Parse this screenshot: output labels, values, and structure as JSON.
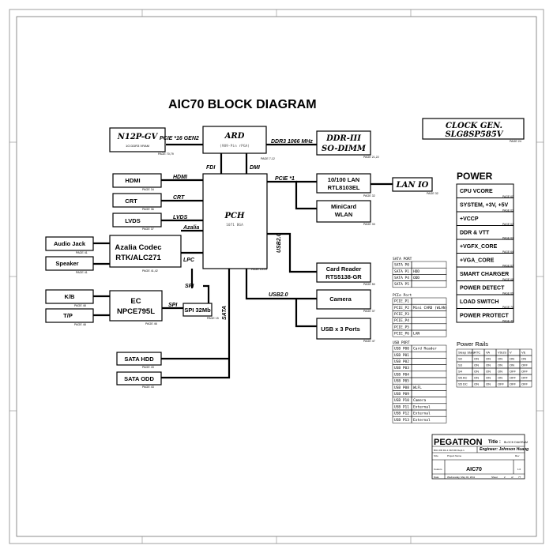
{
  "title": "AIC70 BLOCK DIAGRAM",
  "blocks": {
    "gpu": {
      "name": "N12P-GV",
      "sub": "1G DDR3 VRAM",
      "page": "PAGE 70,79"
    },
    "ard": {
      "name": "ARD",
      "sub": "(989-Pin rPGA)",
      "page": "PAGE 7-12"
    },
    "ddr": {
      "line1": "DDR-III",
      "line2": "SO-DIMM",
      "page": "PAGE 21,22"
    },
    "clock": {
      "line1": "CLOCK GEN.",
      "line2": "SLG8SP585V",
      "page": "PAGE 24"
    },
    "hdmi": {
      "name": "HDMI",
      "page": "PAGE 34"
    },
    "crt": {
      "name": "CRT",
      "page": "PAGE 36"
    },
    "lvds": {
      "name": "LVDS",
      "page": "PAGE 37"
    },
    "pch": {
      "name": "PCH",
      "sub": "1071 BGA",
      "page": "PAGE 15-19"
    },
    "audio_jack": {
      "name": "Audio Jack",
      "page": "PAGE 41"
    },
    "speaker": {
      "name": "Speaker",
      "page": "PAGE 41"
    },
    "codec": {
      "line1": "Azalia Codec",
      "line2": "RTK/ALC271",
      "page": "PAGE 41,42"
    },
    "kb": {
      "name": "K/B",
      "page": "PAGE 48"
    },
    "tp": {
      "name": "T/P",
      "page": "PAGE 48"
    },
    "ec": {
      "line1": "EC",
      "line2": "NPCE795L",
      "page": "PAGE 46"
    },
    "spi": {
      "name": "SPI 32Mb",
      "page": "PAGE 15"
    },
    "sata_hdd": {
      "name": "SATA HDD",
      "page": "PAGE 43"
    },
    "sata_odd": {
      "name": "SATA ODD",
      "page": "PAGE 43"
    },
    "lan": {
      "line1": "10/100 LAN",
      "line2": "RTL8103EL",
      "page": "PAGE 32"
    },
    "lan_io": {
      "name": "LAN IO",
      "page": "PAGE 32"
    },
    "minicard": {
      "line1": "MiniCard",
      "line2": "WLAN",
      "page": "PAGE 33"
    },
    "card_reader": {
      "line1": "Card Reader",
      "line2": "RTS5138-GR",
      "page": "PAGE 50"
    },
    "camera": {
      "name": "Camera",
      "page": "PAGE 37"
    },
    "usb_ports": {
      "name": "USB x 3 Ports",
      "page": "PAGE 47"
    }
  },
  "buses": {
    "pcie16": "PCIE *16 GEN2",
    "ddr3": "DDR3 1066 MHz",
    "fdi": "FDI",
    "dmi": "DMI",
    "hdmi": "HDMI",
    "crt": "CRT",
    "lvds": "LVDS",
    "azalia": "Azalia",
    "lpc": "LPC",
    "pcie1": "PCIE *1",
    "usb_vert": "USB2.0",
    "usb": "USB2.0",
    "spi_top": "SPI",
    "spi_left": "SPI",
    "sata": "SATA"
  },
  "power": {
    "heading": "POWER",
    "items": [
      {
        "label": "CPU VCORE",
        "page": "PAGE 60"
      },
      {
        "label": "SYSTEM, +3V, +5V",
        "page": "PAGE 61"
      },
      {
        "label": "+VCCP",
        "page": "PAGE 62"
      },
      {
        "label": "DDR & VTT",
        "page": "PAGE 63"
      },
      {
        "label": "+VGFX_CORE",
        "page": "PAGE 64"
      },
      {
        "label": "+VGA_CORE",
        "page": "PAGE 67"
      },
      {
        "label": "SMART CHARGER",
        "page": "PAGE 68"
      },
      {
        "label": "POWER DETECT",
        "page": "PAGE 69"
      },
      {
        "label": "LOAD SWITCH",
        "page": "PAGE 70"
      },
      {
        "label": "POWER PROTECT",
        "page": "PAGE 40"
      }
    ]
  },
  "sata_table": {
    "heading": "SATA PORT",
    "rows": [
      [
        "SATA P0",
        ""
      ],
      [
        "SATA P1",
        "HDD"
      ],
      [
        "SATA P4",
        "ODD"
      ],
      [
        "SATA P5",
        ""
      ]
    ]
  },
  "pcie_table": {
    "heading": "PCIe Port",
    "rows": [
      [
        "PCIE_P1",
        ""
      ],
      [
        "PCIE_P2",
        "Mini CARD (WLAN)"
      ],
      [
        "PCIE_P3",
        ""
      ],
      [
        "PCIE_P4",
        ""
      ],
      [
        "PCIE_P5",
        ""
      ],
      [
        "PCIE_P6",
        "LAN"
      ]
    ]
  },
  "usb_table": {
    "heading": "USB PORT",
    "rows": [
      [
        "USB P00",
        "Card Reader"
      ],
      [
        "USB P01",
        ""
      ],
      [
        "USB P02",
        ""
      ],
      [
        "USB P03",
        ""
      ],
      [
        "USB P04",
        ""
      ],
      [
        "USB P05",
        ""
      ],
      [
        "USB P08",
        "WLFL"
      ],
      [
        "USB P09",
        ""
      ],
      [
        "USB P10",
        "Camera"
      ],
      [
        "USB P11",
        "External"
      ],
      [
        "USB P12",
        "External"
      ],
      [
        "USB P13",
        "External"
      ]
    ]
  },
  "power_rails": {
    "heading": "Power Rails",
    "header": [
      "Sleep State",
      "RTC",
      "VA",
      "VSUS",
      "V",
      "VE"
    ],
    "rows": [
      [
        "S0",
        "ON",
        "ON",
        "ON",
        "ON",
        "ON"
      ],
      [
        "S3",
        "ON",
        "ON",
        "ON",
        "ON",
        "OFF"
      ],
      [
        "S4",
        "ON",
        "ON",
        "ON",
        "OFF",
        "OFF"
      ],
      [
        "S5 AC",
        "ON",
        "ON",
        "ON",
        "OFF",
        "OFF"
      ],
      [
        "S5 DC",
        "ON",
        "ON",
        "OFF",
        "OFF",
        "OFF"
      ]
    ]
  },
  "title_block": {
    "company": "PEGATRON",
    "title_label": "Title :",
    "title_value": "BLOCK DIAGRAM",
    "dept": "BU1 RD Div.1 NM RD Dept.1",
    "engineer": "Engineer: Johnson Huang",
    "size_label": "Size",
    "project_label": "Project Name",
    "rev_label": "Rev",
    "size_value": "Custom",
    "project_value": "AIC70",
    "rev_value": "1.0",
    "date_label": "Date:",
    "date_value": "Wednesday, May 04, 2011",
    "sheet_label": "Sheet",
    "sheet_value": "2",
    "of_label": "of",
    "of_value": "77"
  }
}
